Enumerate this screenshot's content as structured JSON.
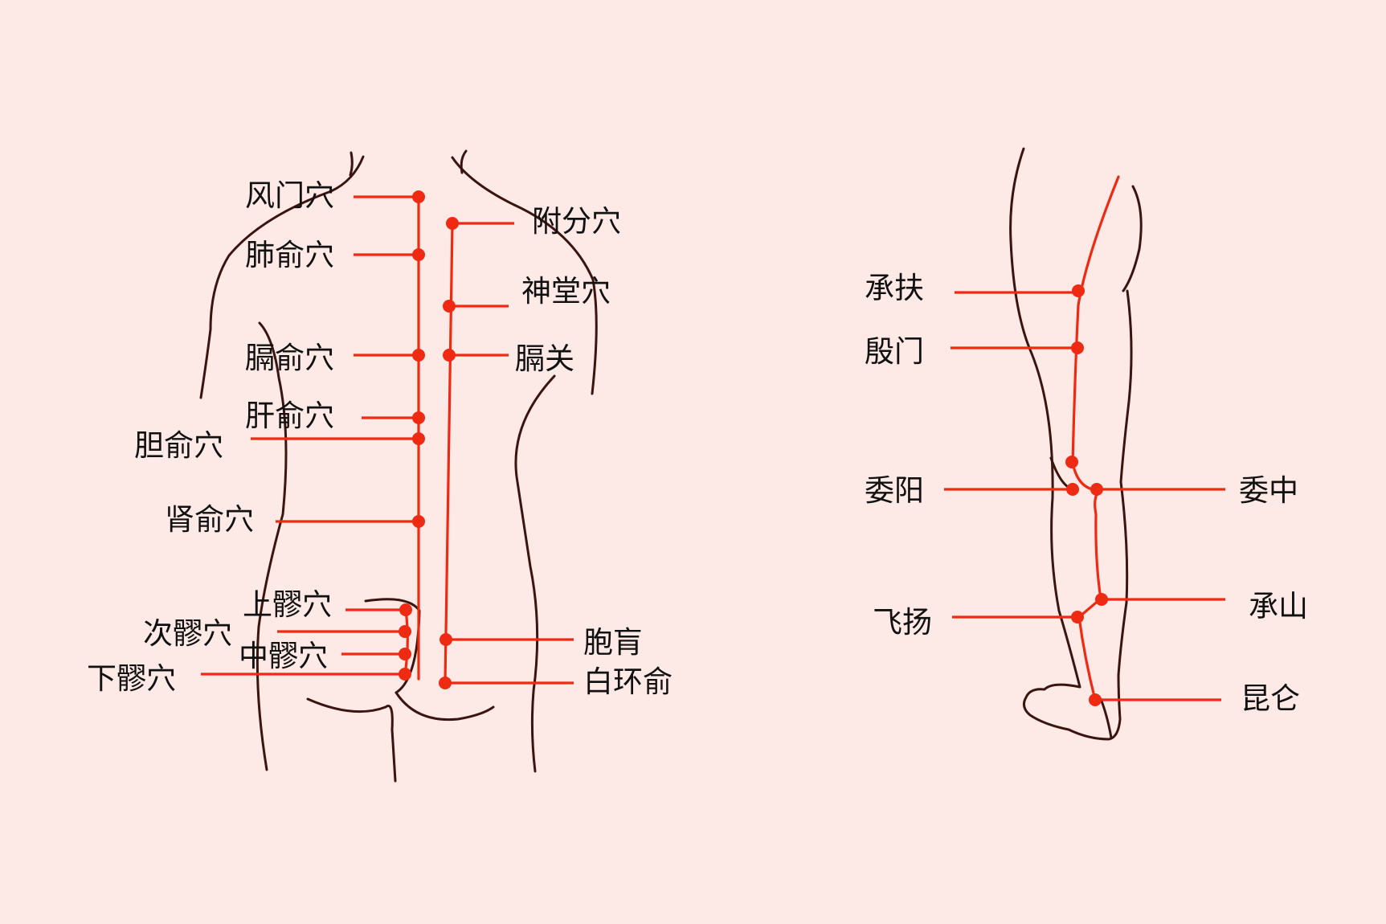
{
  "colors": {
    "background": "#fde9e6",
    "meridian": "#ef2a12",
    "outline": "#3a1510",
    "text": "#111111"
  },
  "back_view": {
    "inner_points": [
      "风门穴",
      "肺俞穴",
      "膈俞穴",
      "肝俞穴",
      "胆俞穴",
      "肾俞穴"
    ],
    "sacral_points": [
      "上髎穴",
      "次髎穴",
      "中髎穴",
      "下髎穴"
    ],
    "outer_points": [
      "附分穴",
      "神堂穴",
      "膈关",
      "胞肓",
      "白环俞"
    ]
  },
  "leg_view": {
    "points_left": [
      "承扶",
      "殷门",
      "委阳",
      "飞扬"
    ],
    "points_right": [
      "委中",
      "承山",
      "昆仑"
    ]
  }
}
